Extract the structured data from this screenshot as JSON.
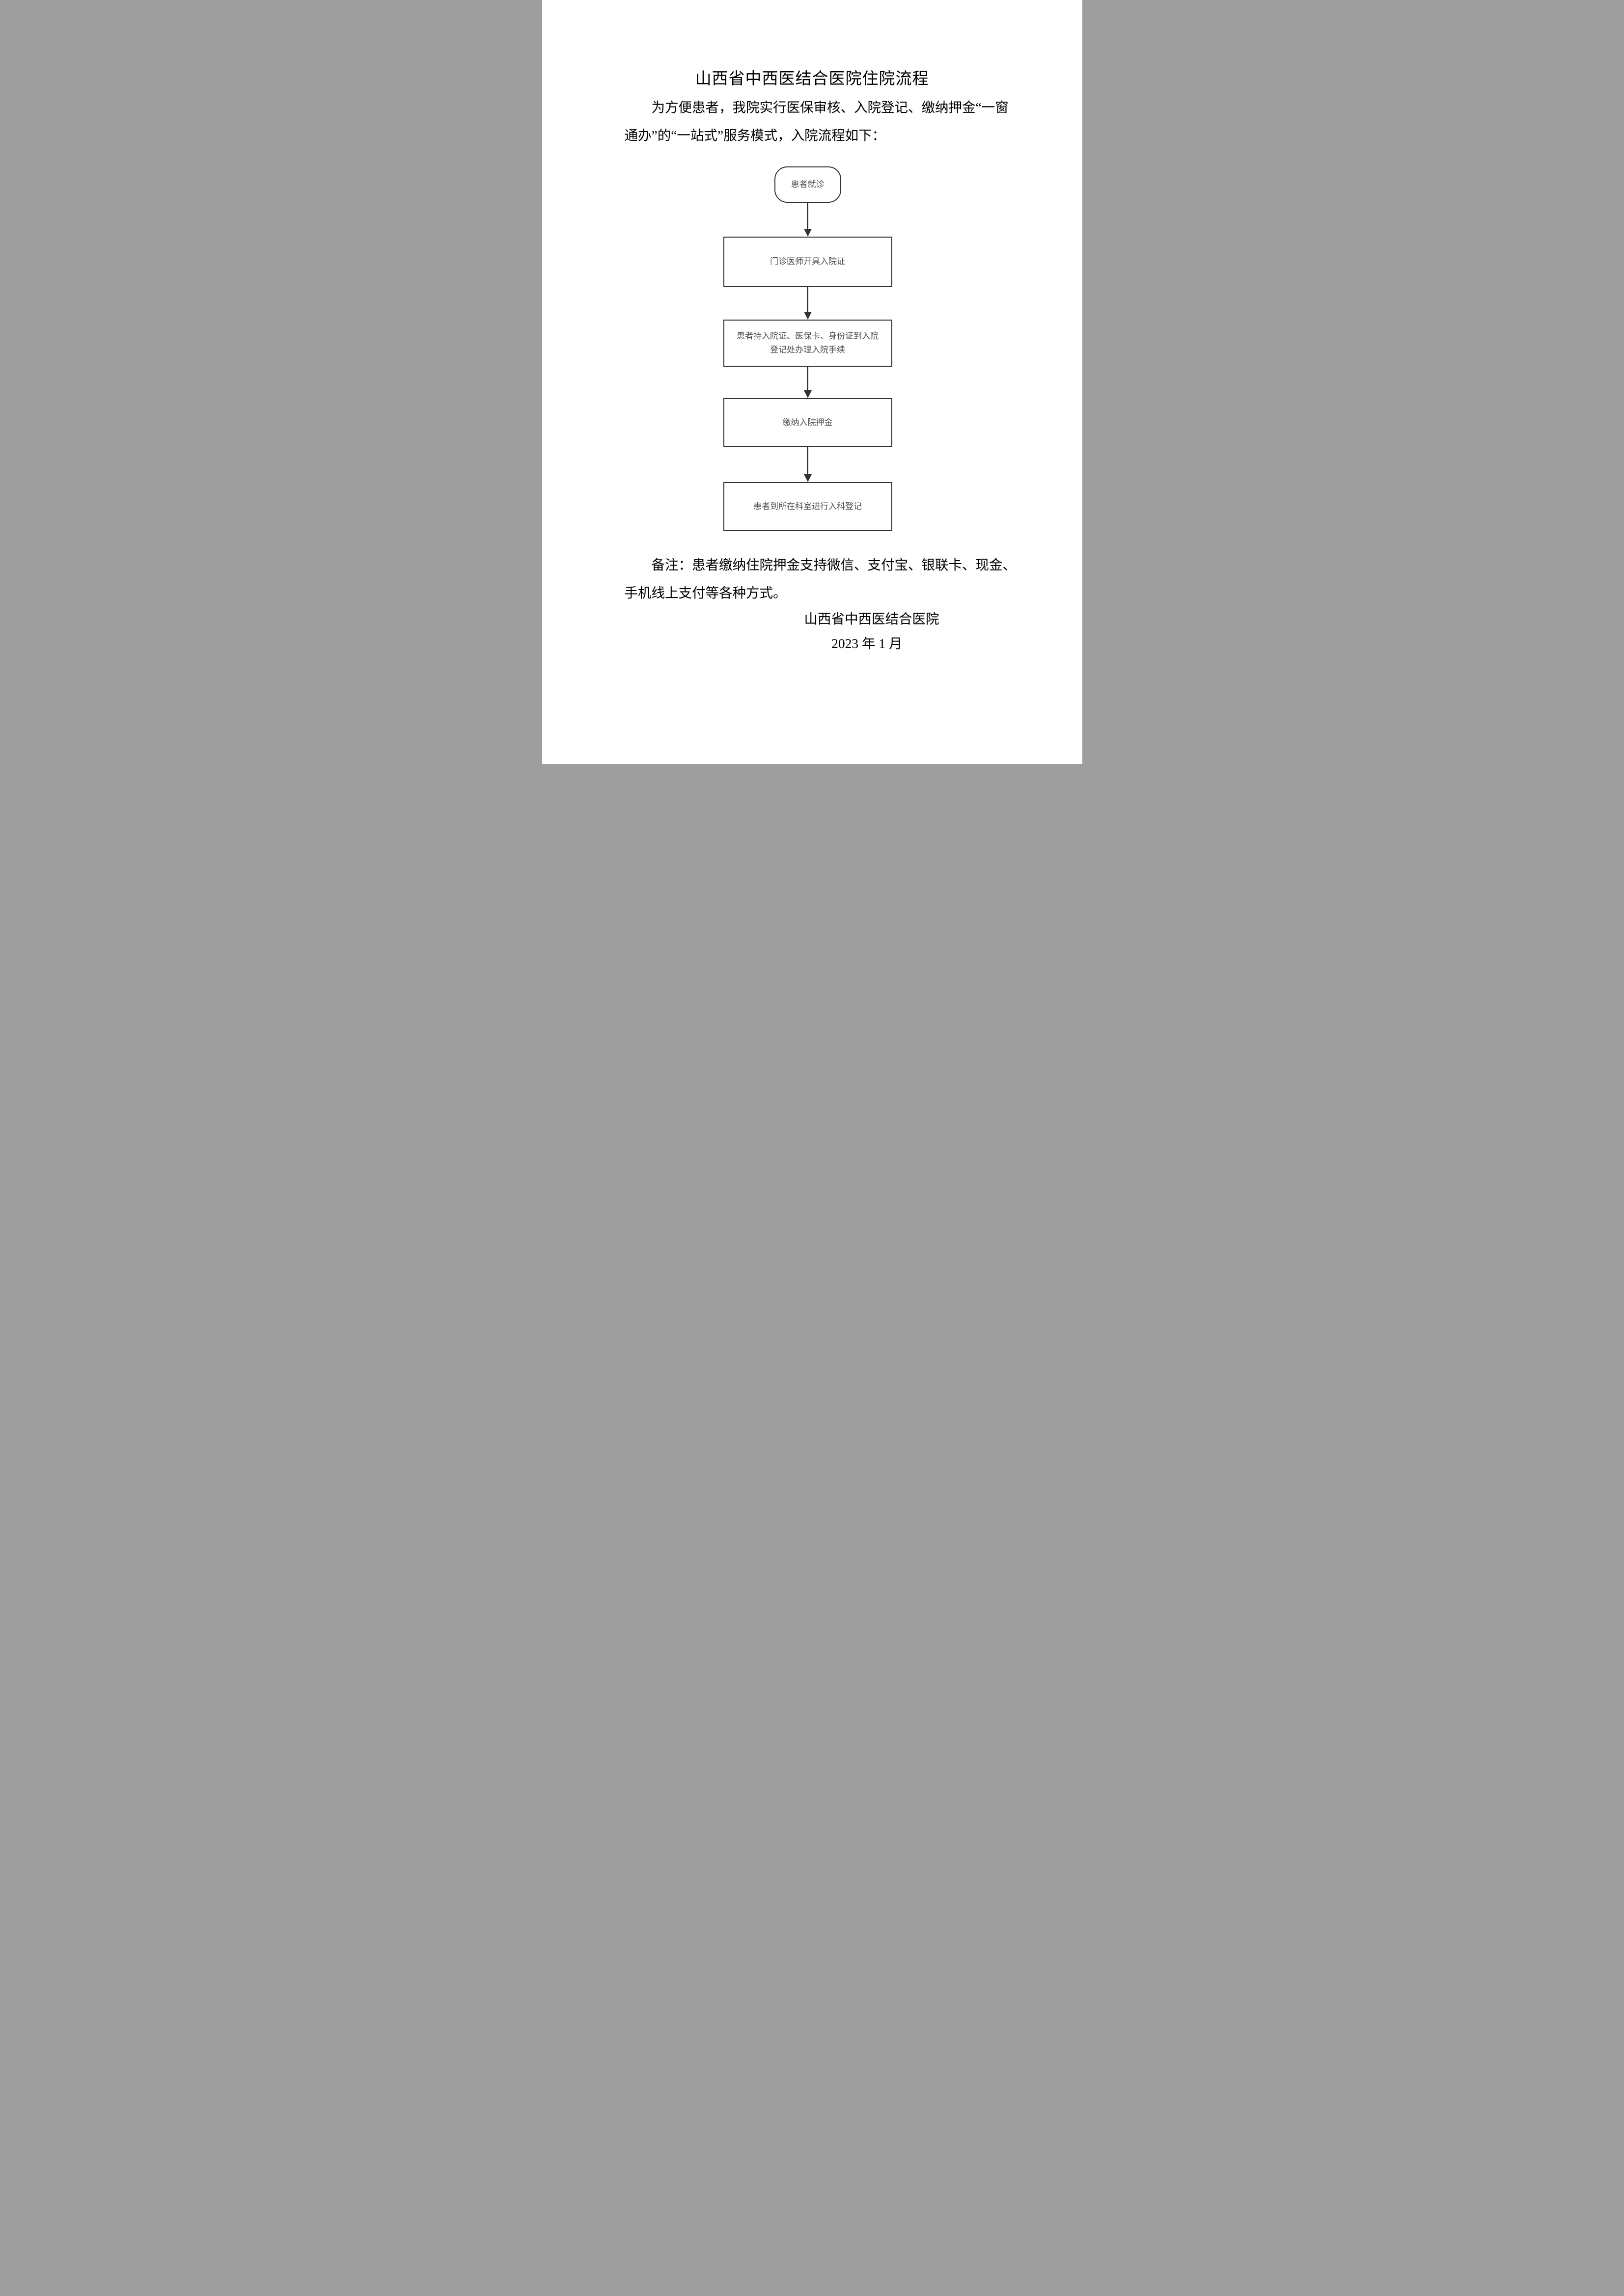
{
  "document": {
    "title": "山西省中西医结合医院住院流程",
    "intro_lines": [
      "为方便患者，我院实行医保审核、入院登记、缴纳押金“一窗",
      "通办”的“一站式”服务模式，入院流程如下："
    ],
    "note_lines": [
      "备注：患者缴纳住院押金支持微信、支付宝、银联卡、现金、",
      "手机线上支付等各种方式。"
    ],
    "signature": "山西省中西医结合医院",
    "date": "2023 年 1 月"
  },
  "flowchart": {
    "direction": "top-down",
    "colors": {
      "node_border": "#333333",
      "node_text": "#4d4d4d",
      "arrow": "#333333",
      "page_background": "#ffffff"
    },
    "nodes": [
      {
        "type": "terminator",
        "label": "患者就诊"
      },
      {
        "type": "process",
        "label": "门诊医师开具入院证"
      },
      {
        "type": "process",
        "label": "患者持入院证、医保卡、身份证到入院\n登记处办理入院手续"
      },
      {
        "type": "process",
        "label": "缴纳入院押金"
      },
      {
        "type": "process",
        "label": "患者到所在科室进行入科登记"
      }
    ],
    "edges": [
      {
        "from": 0,
        "to": 1
      },
      {
        "from": 1,
        "to": 2
      },
      {
        "from": 2,
        "to": 3
      },
      {
        "from": 3,
        "to": 4
      }
    ]
  }
}
